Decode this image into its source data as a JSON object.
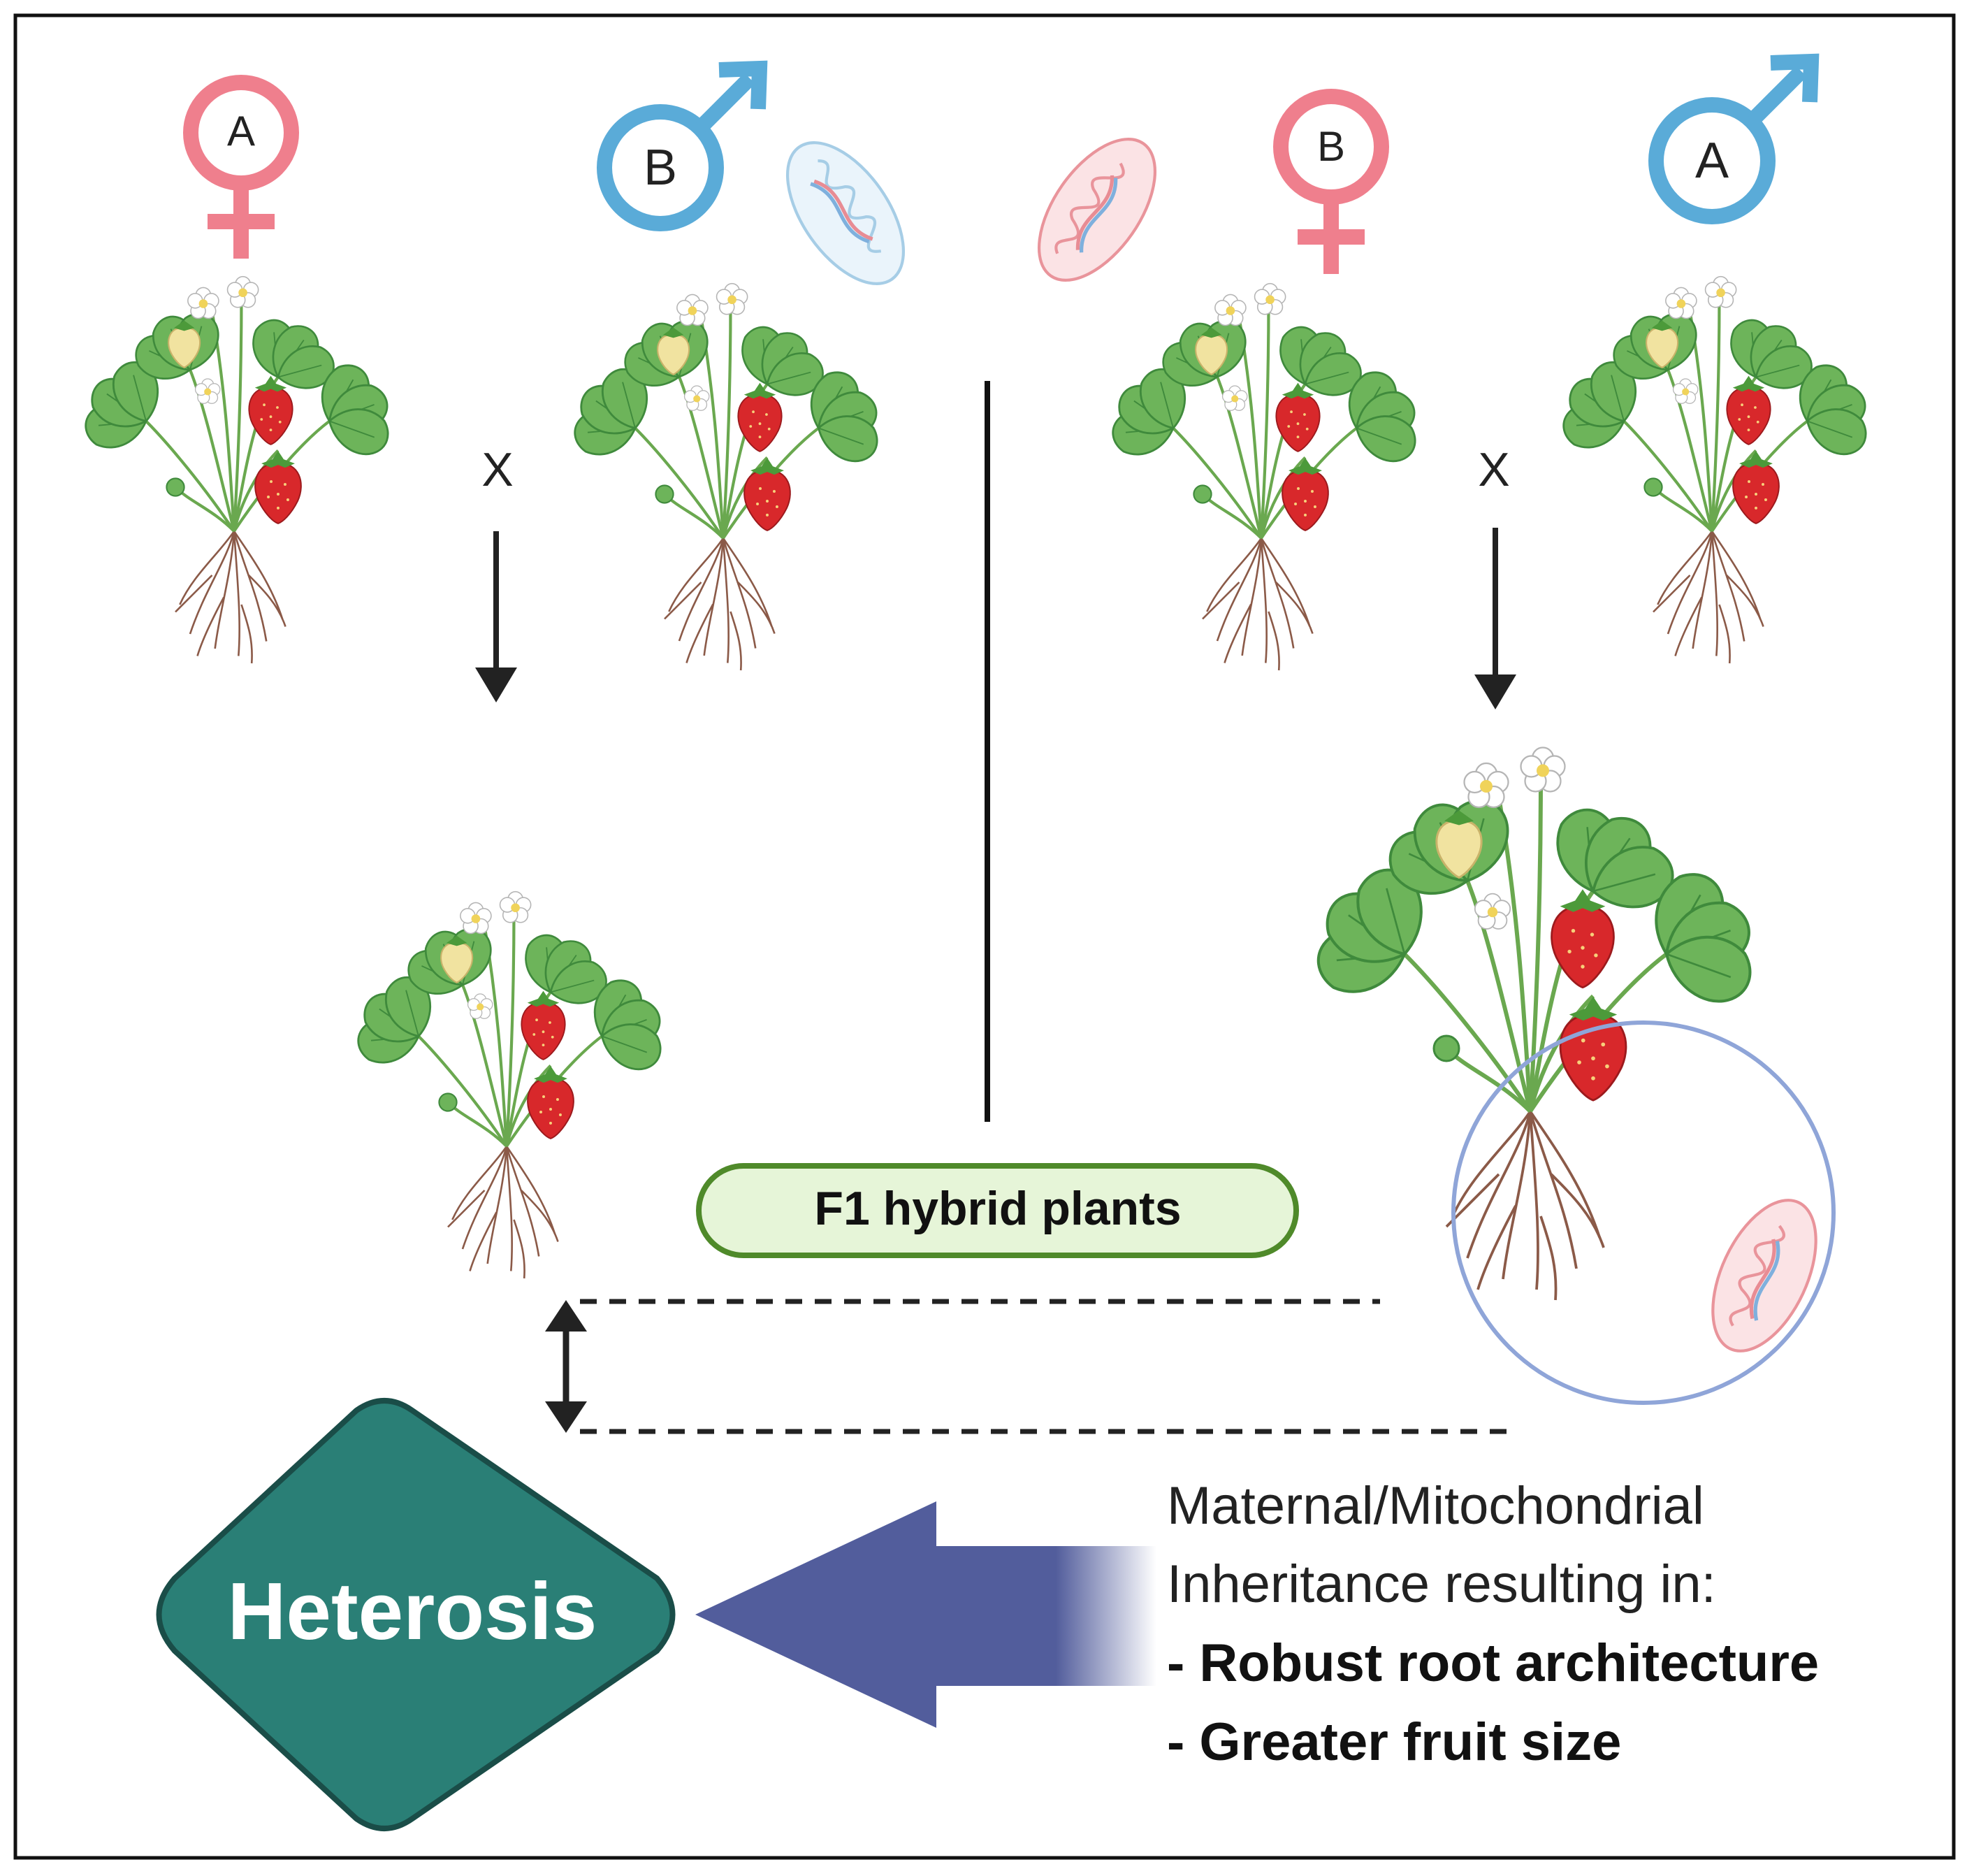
{
  "parents": {
    "left_female": {
      "letter": "A",
      "symbol": "female-symbol"
    },
    "left_male": {
      "letter": "B",
      "symbol": "male-symbol"
    },
    "right_female": {
      "letter": "B",
      "symbol": "female-symbol"
    },
    "right_male": {
      "letter": "A",
      "symbol": "male-symbol"
    }
  },
  "cross_marks": {
    "left": "X",
    "right": "X"
  },
  "hybrid_label": "F1 hybrid plants",
  "outcome": {
    "title": "Heterosis",
    "line1": "Maternal/Mitochondrial",
    "line2": "Inheritance resulting in:",
    "bullet1": "- Robust root architecture",
    "bullet2": "- Greater fruit size"
  },
  "colors": {
    "female": "#ef7f8d",
    "male": "#5aabd8",
    "leaf": "#6db45a",
    "leaf_dark": "#3f8a3c",
    "strawberry": "#d8282b",
    "root": "#8b5a48",
    "heterosis_fill": "#2a7f76",
    "heterosis_border": "#1a4d48",
    "arrow_blue": "#525d9c",
    "hybrid_fill": "#e6f5d8",
    "hybrid_border": "#4f8a2a",
    "zoom_circle": "#8fa5d8"
  }
}
